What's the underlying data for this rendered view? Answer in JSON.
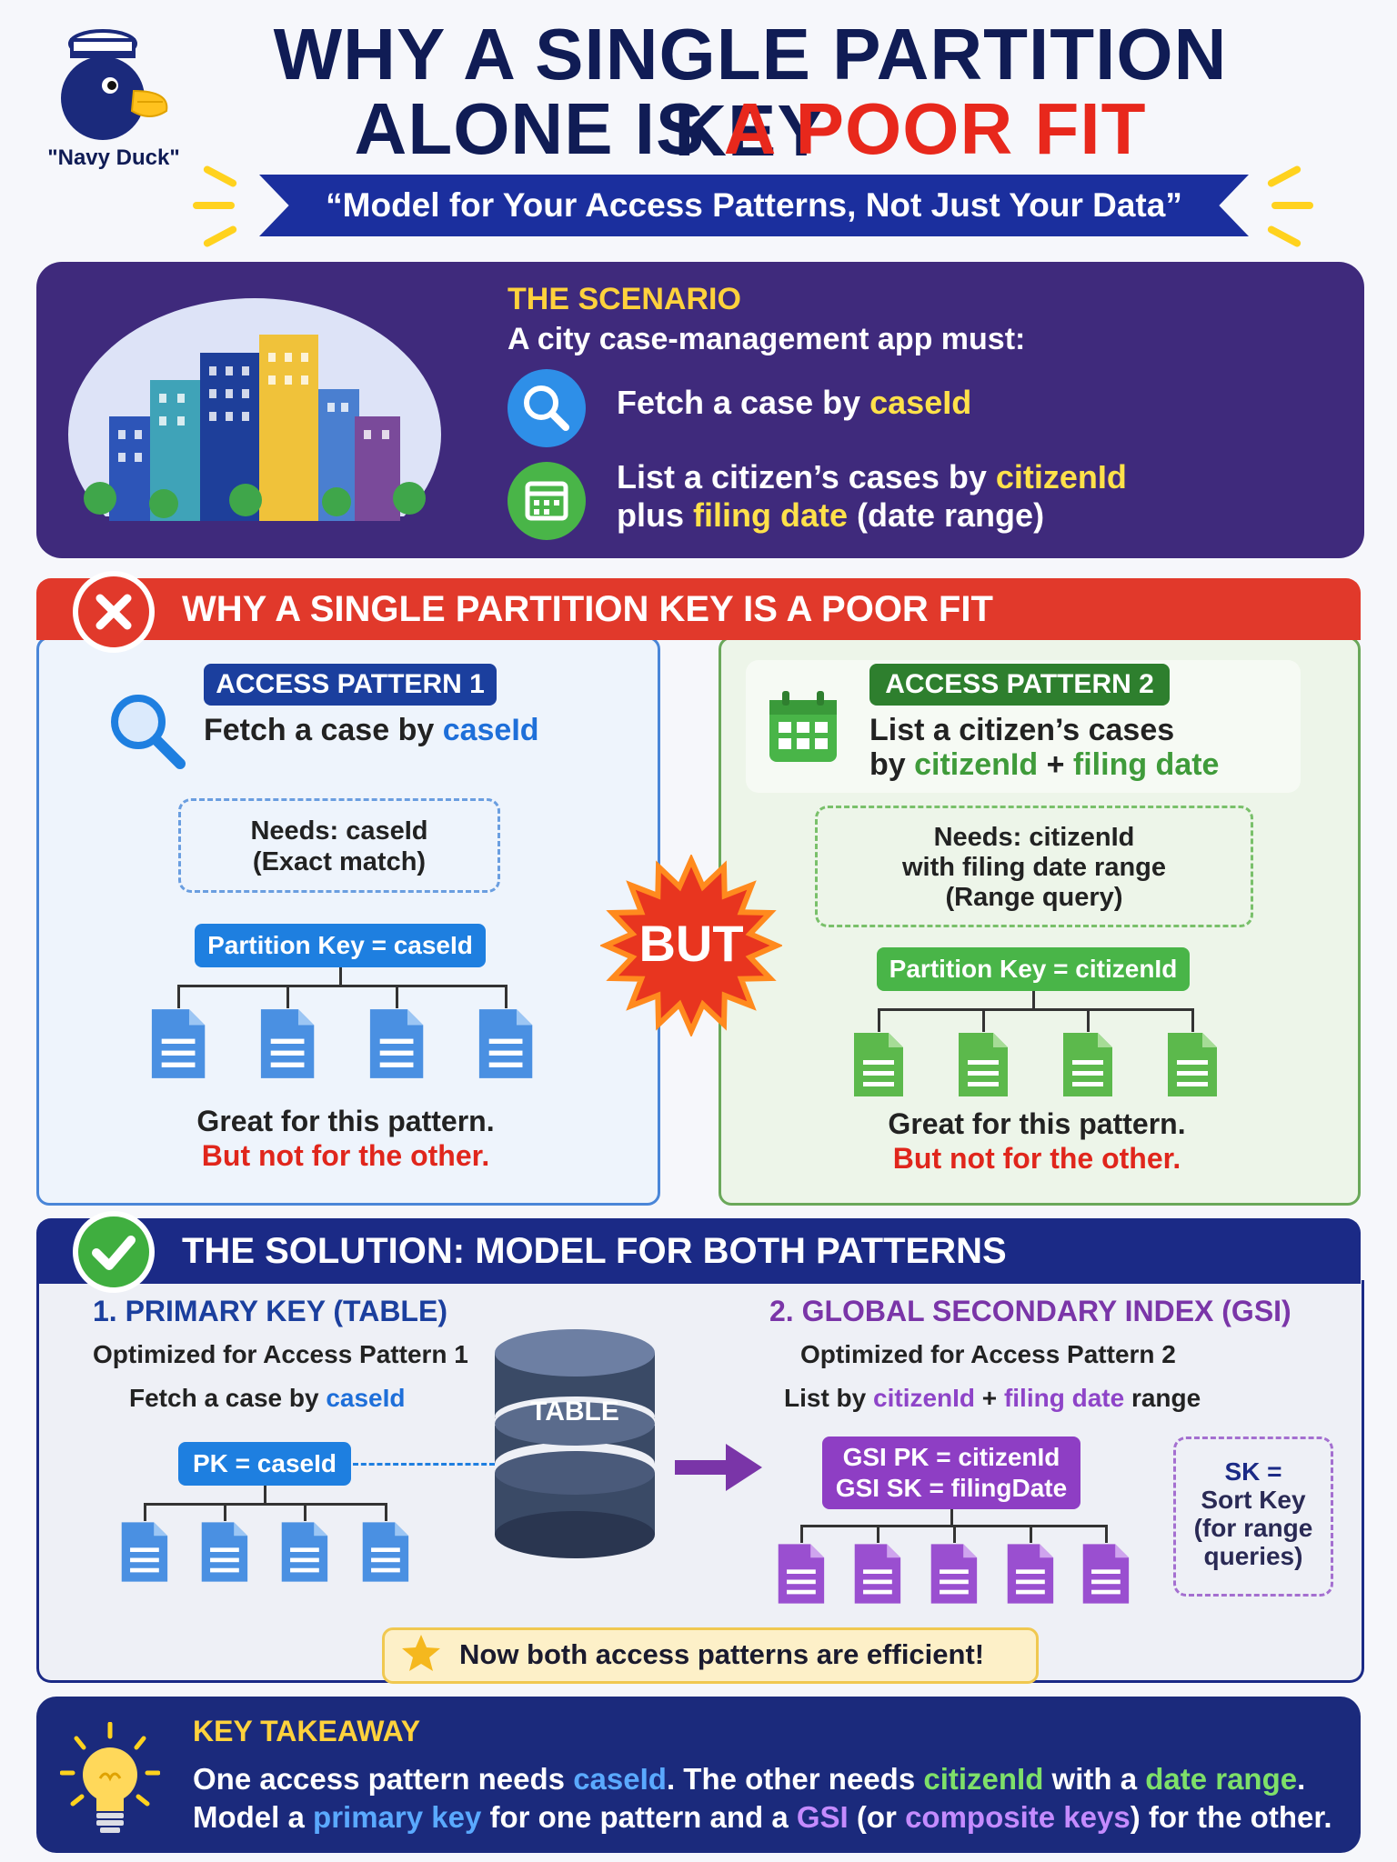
{
  "header": {
    "brand_name": "\"Navy Duck\"",
    "title_line1": "WHY A SINGLE PARTITION KEY",
    "title_line2_prefix": "ALONE IS ",
    "title_line2_highlight": "A POOR FIT",
    "ribbon": "“Model for Your Access Patterns, Not Just Your Data”"
  },
  "scenario": {
    "heading": "THE SCENARIO",
    "intro": "A city case-management app must:",
    "item1_prefix": "Fetch a case by ",
    "item1_key": "caseId",
    "item2_line1_prefix": "List a citizen’s cases by ",
    "item2_line1_key": "citizenId",
    "item2_line2_prefix": "plus ",
    "item2_line2_key": "filing date",
    "item2_line2_suffix": " (date range)"
  },
  "problem": {
    "heading": "WHY A SINGLE PARTITION KEY IS A POOR FIT",
    "but_label": "BUT",
    "left": {
      "tag": "ACCESS PATTERN 1",
      "desc_prefix": "Fetch a case by ",
      "desc_key": "caseId",
      "needs_line1": "Needs: caseId",
      "needs_line2": "(Exact match)",
      "pk_label": "Partition Key = caseId",
      "result_line1": "Great for this pattern.",
      "result_line2": "But not for the other."
    },
    "right": {
      "tag": "ACCESS PATTERN 2",
      "desc_line1": "List a citizen’s cases",
      "desc_line2_prefix": "by ",
      "desc_line2_key1": "citizenId",
      "desc_line2_plus": " + ",
      "desc_line2_key2": "filing date",
      "needs_line1": "Needs: citizenId",
      "needs_line2": "with filing date range",
      "needs_line3": "(Range query)",
      "pk_label": "Partition Key = citizenId",
      "result_line1": "Great for this pattern.",
      "result_line2": "But not for the other."
    }
  },
  "solution": {
    "heading": "THE SOLUTION: MODEL FOR BOTH PATTERNS",
    "left_title": "1. PRIMARY KEY (TABLE)",
    "left_sub": "Optimized for Access Pattern 1",
    "left_desc_prefix": "Fetch a case by ",
    "left_desc_key": "caseId",
    "pk_label": "PK = caseId",
    "table_label": "TABLE",
    "right_title": "2. GLOBAL SECONDARY INDEX (GSI)",
    "right_sub": "Optimized for Access Pattern 2",
    "right_desc_prefix": "List by ",
    "right_desc_key1": "citizenId",
    "right_desc_plus": " + ",
    "right_desc_key2": "filing date",
    "right_desc_suffix": " range",
    "gsi_line1": "GSI PK = citizenId",
    "gsi_line2": "GSI SK = filingDate",
    "sk_line1": "SK =",
    "sk_line2": "Sort Key",
    "sk_line3": "(for range",
    "sk_line4": "queries)",
    "banner": "Now both access patterns are efficient!"
  },
  "takeaway": {
    "heading": "KEY TAKEAWAY",
    "l1_a": "One access pattern needs ",
    "l1_b": "caseId",
    "l1_c": ". The other needs ",
    "l1_d": "citizenId",
    "l1_e": " with a ",
    "l1_f": "date range",
    "l1_g": ".",
    "l2_a": "Model a ",
    "l2_b": "primary key",
    "l2_c": " for one pattern and a ",
    "l2_d": "GSI",
    "l2_e": " (or ",
    "l2_f": "composite keys",
    "l2_g": ") for the other."
  },
  "colors": {
    "navy": "#101c55",
    "red": "#e8281c",
    "scenario_bg": "#3f2a7c",
    "blue": "#1e6fd9",
    "green": "#3f9b3a",
    "purple": "#8e44c8",
    "yellow": "#ffe14a"
  }
}
